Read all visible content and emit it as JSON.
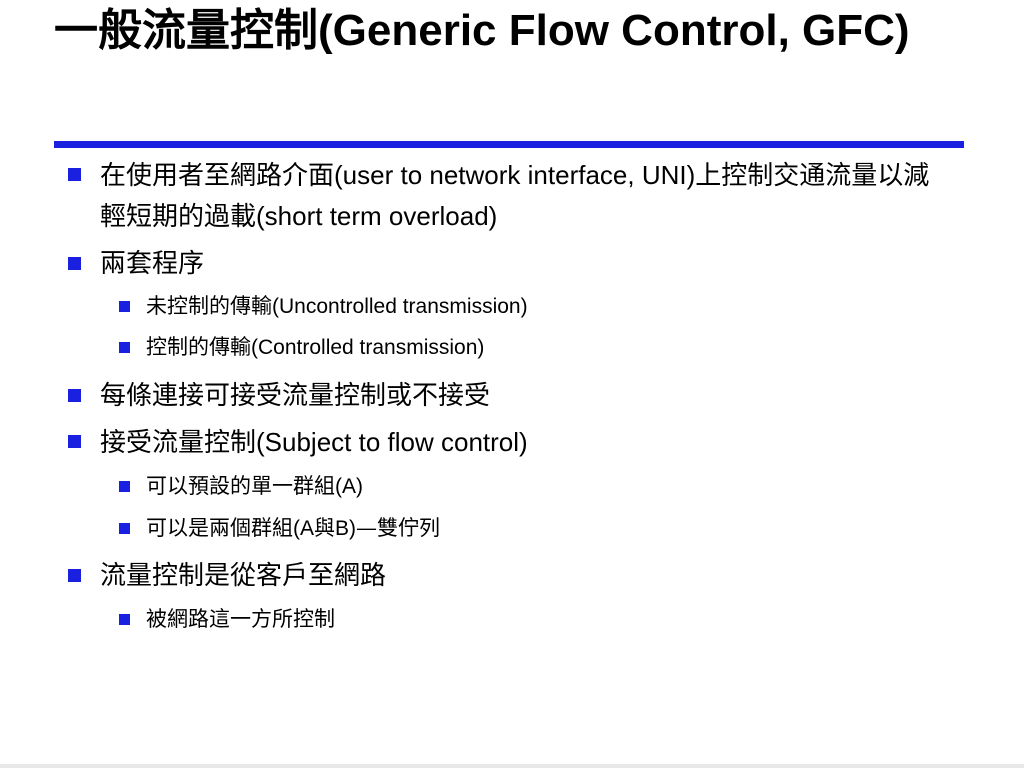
{
  "slide": {
    "title": "一般流量控制(Generic Flow Control, GFC)",
    "accent_color": "#1a20e0",
    "bullet_icon": "square-bullet-icon",
    "items": [
      {
        "level": 1,
        "text": "在使用者至網路介面(user to network interface, UNI)上控制交通流量以減輕短期的過載(short term overload)"
      },
      {
        "level": 1,
        "text": "兩套程序"
      },
      {
        "level": 2,
        "text": "未控制的傳輸(Uncontrolled transmission)"
      },
      {
        "level": 2,
        "text": "控制的傳輸(Controlled transmission)"
      },
      {
        "level": 1,
        "text": "每條連接可接受流量控制或不接受"
      },
      {
        "level": 1,
        "text": "接受流量控制(Subject to flow control)"
      },
      {
        "level": 2,
        "text": "可以預設的單一群組(A)"
      },
      {
        "level": 2,
        "text": "可以是兩個群組(A與B)—雙佇列"
      },
      {
        "level": 1,
        "text": "流量控制是從客戶至網路"
      },
      {
        "level": 2,
        "text": "被網路這一方所控制"
      }
    ]
  }
}
